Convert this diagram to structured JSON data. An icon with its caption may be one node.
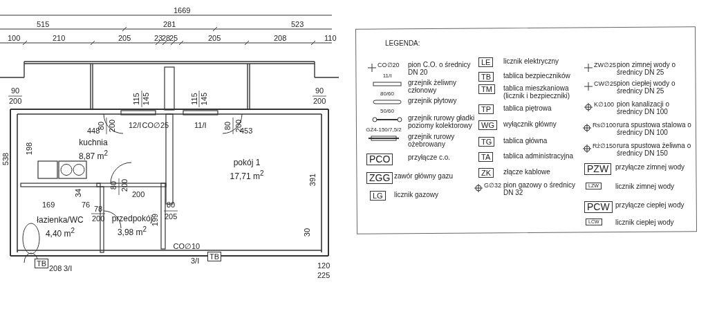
{
  "diagram": {
    "nodes": [
      {
        "text": [
          "kuchnia",
          "8,87 m$^{2}$"
        ]
      },
      {
        "text": [
          "pokój 1",
          "17,71 m$^{2}$"
        ]
      },
      {
        "text": [
          "łazienka/WC",
          "4,40 m$^{2}$"
        ]
      },
      {
        "text": [
          "przedpokój",
          "3,98 m$^{2}$"
        ]
      }
    ],
    "labels": [
      "1669",
      "515",
      "281",
      "523",
      "100",
      "210",
      "205",
      "23",
      "28",
      "25",
      "205",
      "208",
      "110",
      "90",
      "200",
      "115",
      "145",
      "115",
      "145",
      "90",
      "200",
      "80",
      "200",
      "12/I",
      "CO∅25",
      "11/I",
      "80",
      "200",
      "448",
      "453",
      "198",
      "538",
      "391",
      "80",
      "200",
      "200",
      "169",
      "34",
      "76",
      "78",
      "200",
      "80",
      "205",
      "199",
      "30",
      "CO∅10",
      "3/I",
      "TB",
      "120",
      "225",
      "208",
      "3/I",
      "TB",
      "LEGENDA:",
      "CO∅20",
      "11/I",
      "80/60",
      "50/60",
      "GŻ4-150/7,5/2",
      "PCO",
      "ZGG",
      "LG",
      "LE",
      "TB",
      "TM",
      "TP",
      "WG",
      "TG",
      "TA",
      "ZK",
      "G∅32",
      "ZW∅25",
      "CW∅25",
      "K∅100",
      "Rs∅100",
      "Rż∅150",
      "PZW",
      "LZW",
      "PCW",
      "LCW"
    ],
    "legend": [
      {
        "text": "pion C.O. o średnicy DN 20"
      },
      {
        "text": "grzejnik żeliwny członowy"
      },
      {
        "text": "grzejnik płytowy"
      },
      {
        "text": "grzejnik rurowy gładki poziomy kolektorowy"
      },
      {
        "text": "grzejnik rurowy ożebrowany"
      },
      {
        "text": "przyłącze c.o."
      },
      {
        "text": "zawór główny gazu"
      },
      {
        "text": "licznik gazowy"
      },
      {
        "text": "licznik elektryczny"
      },
      {
        "text": "tablica bezpieczników"
      },
      {
        "text": "tablica mieszkaniowa (licznik i bezpieczniki)"
      },
      {
        "text": "tablica piętrowa"
      },
      {
        "text": "wyłącznik główny"
      },
      {
        "text": "tablica główna"
      },
      {
        "text": "tablica administracyjna"
      },
      {
        "text": "złącze kablowe"
      },
      {
        "text": "pion gazowy o średnicy DN 32"
      },
      {
        "text": "pion zimnej wody o średnicy DN 25"
      },
      {
        "text": "pion ciepłej wody o średnicy DN 25"
      },
      {
        "text": "pion kanalizacji o średnicy DN 100"
      },
      {
        "text": "rura spustowa stalowa o średnicy DN 100"
      },
      {
        "text": "rura spustowa żeliwna o średnicy DN 150"
      },
      {
        "text": "przyłącze zimnej wody"
      },
      {
        "text": "licznik zimnej wody"
      },
      {
        "text": "przyłącze ciepłej wody"
      },
      {
        "text": "licznik ciepłej wody"
      }
    ]
  }
}
